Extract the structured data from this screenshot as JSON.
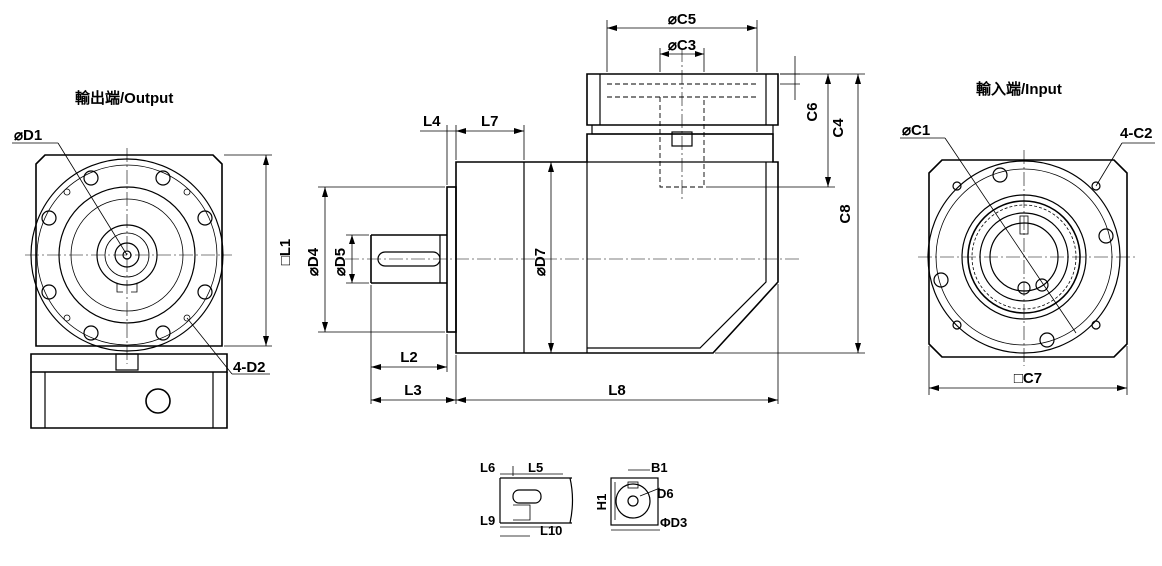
{
  "views": {
    "output_title": "輸出端/Output",
    "input_title": "輸入端/Input"
  },
  "dims": {
    "c5": "⌀C5",
    "c3": "⌀C3",
    "c6": "C6",
    "c4": "C4",
    "c8": "C8",
    "l4": "L4",
    "l7": "L7",
    "d4": "⌀D4",
    "d5": "⌀D5",
    "d7": "⌀D7",
    "l2": "L2",
    "l3": "L3",
    "l8": "L8",
    "d1": "⌀D1",
    "l1": "□L1",
    "d2": "4-D2",
    "c1": "⌀C1",
    "c2": "4-C2",
    "c7": "□C7",
    "l6": "L6",
    "l5": "L5",
    "l9": "L9",
    "l10": "L10",
    "b1": "B1",
    "h1": "H1",
    "d6": "D6",
    "d3": "ΦD3"
  }
}
